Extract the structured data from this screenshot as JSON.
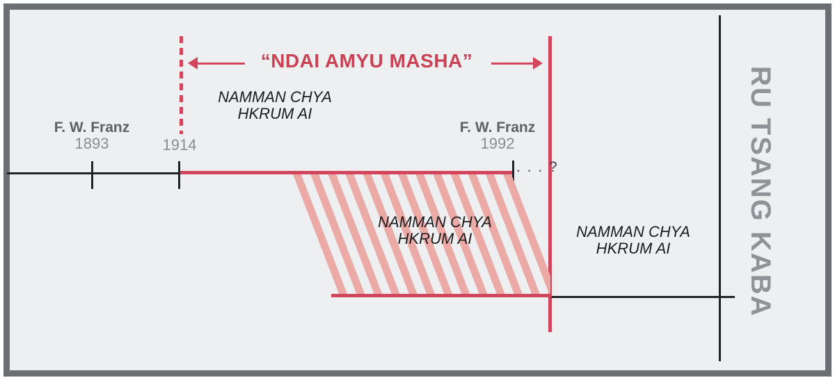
{
  "colors": {
    "background": "#edeff1",
    "frame_border": "#6b6f71",
    "accent_red": "#d2455c",
    "hatch_pink": "#ecaaa6",
    "line_black": "#212326",
    "title_red": "#ca4254",
    "person_gray": "#5d6165",
    "year_gray": "#8a8c8f",
    "side_label_gray": "#8f9398",
    "text_black": "#1c1c1e"
  },
  "banner": {
    "title": "“NDAI AMYU MASHA”"
  },
  "timeline": {
    "events": [
      {
        "name": "F. W. Franz",
        "year": "1893"
      },
      {
        "name": "",
        "year": "1914"
      },
      {
        "name": "F. W. Franz",
        "year": "1992"
      }
    ],
    "uncertainty": ". . . ?"
  },
  "labels": {
    "namman": {
      "line1": "NAMMAN CHYA",
      "line2": "HKRUM AI"
    },
    "side": "RU TSANG KABA"
  }
}
